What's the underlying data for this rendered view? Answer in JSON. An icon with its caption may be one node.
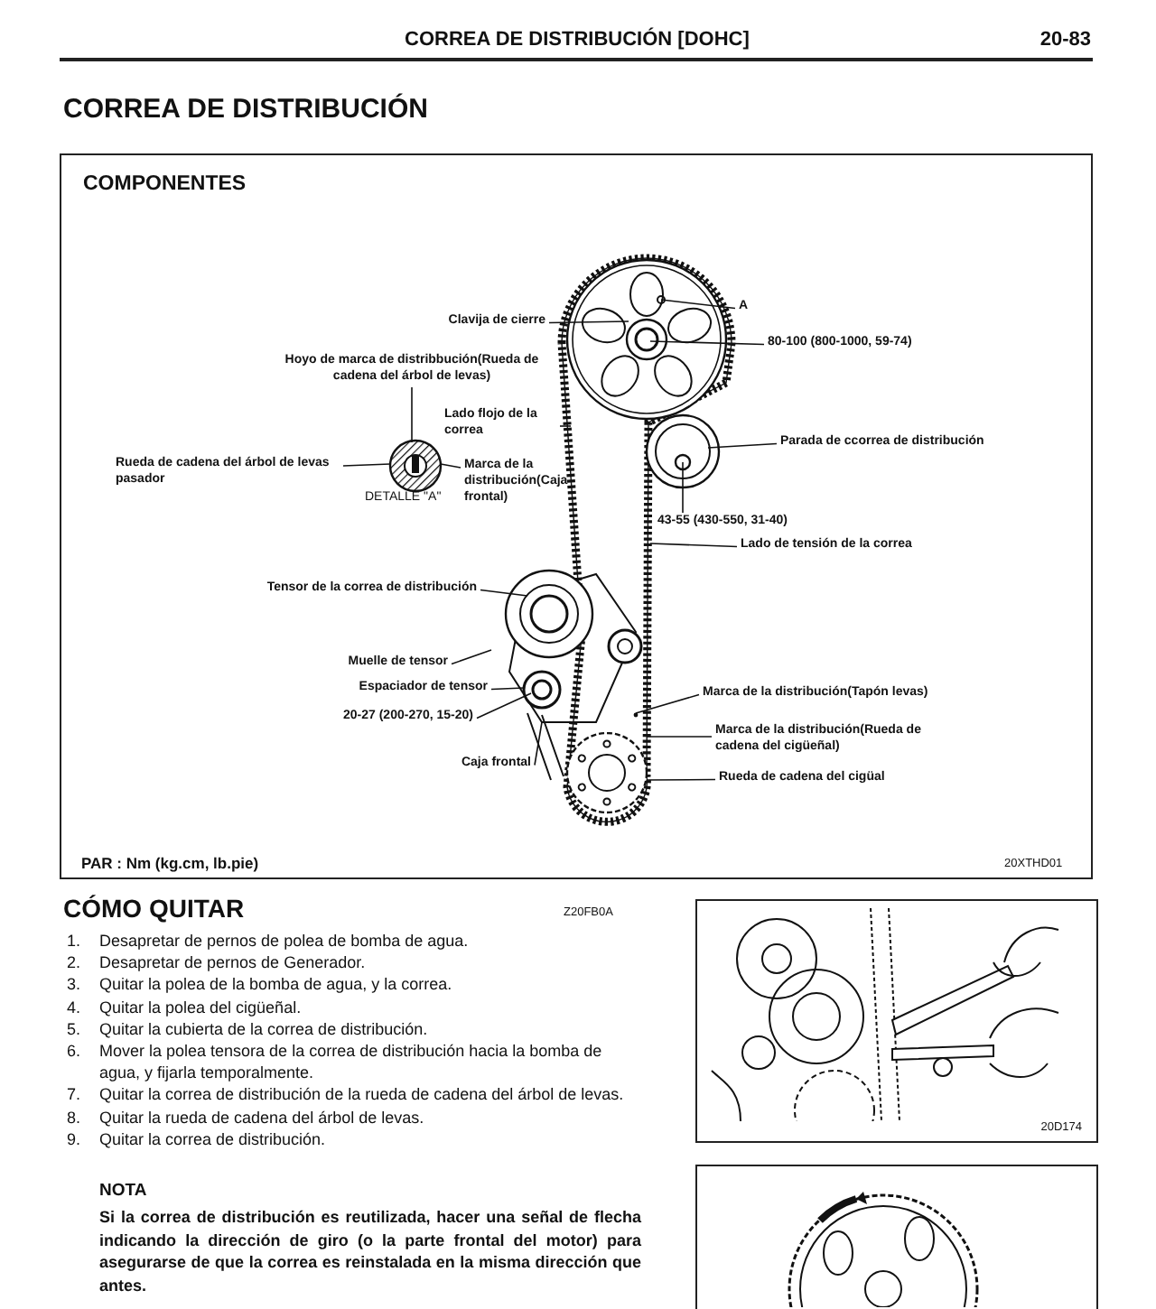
{
  "diagram": {
    "title": "CORREA DE DISTRIBUCIÓN",
    "nodes": [
      {
        "text": [
          "Clavija de cierre"
        ]
      },
      {
        "text": [
          "A"
        ]
      },
      {
        "text": [
          "80-100 (800-1000, 59-74)"
        ]
      },
      {
        "text": [
          "Hoyo de marca de distribbución(Rueda de cadena del árbol de levas)"
        ]
      },
      {
        "text": [
          "Lado flojo de la correa"
        ]
      },
      {
        "text": [
          "Parada de ccorrea de distribución"
        ]
      },
      {
        "text": [
          "Rueda de cadena del árbol de levas pasador"
        ]
      },
      {
        "text": [
          "Marca de la distribución(Caja frontal)"
        ]
      },
      {
        "text": [
          "43-55 (430-550, 31-40)"
        ]
      },
      {
        "text": [
          "Lado de tensión de la correa"
        ]
      },
      {
        "text": [
          "Tensor de la correa de distribución"
        ]
      },
      {
        "text": [
          "Muelle de tensor"
        ]
      },
      {
        "text": [
          "Espaciador de tensor"
        ]
      },
      {
        "text": [
          "Marca de la distribución(Tapón levas)"
        ]
      },
      {
        "text": [
          "20-27 (200-270, 15-20)"
        ]
      },
      {
        "text": [
          "Marca de la distribución(Rueda de cadena del cigüeñal)"
        ]
      },
      {
        "text": [
          "Caja frontal"
        ]
      },
      {
        "text": [
          "Rueda de cadena del cigüal"
        ]
      },
      {
        "text": [],
        "shape": "picture"
      },
      {
        "text": [],
        "shape": "picture"
      }
    ],
    "edges": [
      {
        "from": 0,
        "to": 18,
        "arrow": "none"
      },
      {
        "from": 1,
        "to": 18,
        "arrow": "none"
      },
      {
        "from": 2,
        "to": 18,
        "arrow": "none"
      },
      {
        "from": 3,
        "to": 19,
        "arrow": "none"
      },
      {
        "from": 4,
        "to": 18,
        "arrow": "none"
      },
      {
        "from": 5,
        "to": 18,
        "arrow": "none"
      },
      {
        "from": 6,
        "to": 19,
        "arrow": "none"
      },
      {
        "from": 7,
        "to": 19,
        "arrow": "none"
      },
      {
        "from": 8,
        "to": 18,
        "arrow": "none"
      },
      {
        "from": 9,
        "to": 18,
        "arrow": "none"
      },
      {
        "from": 10,
        "to": 18,
        "arrow": "none"
      },
      {
        "from": 11,
        "to": 18,
        "arrow": "none"
      },
      {
        "from": 12,
        "to": 18,
        "arrow": "none"
      },
      {
        "from": 13,
        "to": 18,
        "arrow": "none"
      },
      {
        "from": 14,
        "to": 18,
        "arrow": "none"
      },
      {
        "from": 15,
        "to": 18,
        "arrow": "none"
      },
      {
        "from": 16,
        "to": 18,
        "arrow": "none"
      },
      {
        "from": 17,
        "to": 18,
        "arrow": "none"
      }
    ],
    "labels": [
      "CORREA DE DISTRIBUCIÓN [DOHC]",
      "20-83",
      "COMPONENTES",
      "DETALLE \"A\"",
      "PAR : Nm (kg.cm, lb.pie)",
      "20XTHD01",
      "CÓMO QUITAR",
      "Z20FB0A",
      "1.",
      "Desapretar de pernos de polea de bomba de agua.",
      "2.",
      "Desapretar de pernos de Generador.",
      "3.",
      "Quitar la polea de la bomba de agua, y la correa.",
      "4.",
      "Quitar la polea del cigüeñal.",
      "5.",
      "Quitar la cubierta de la correa de distribución.",
      "6.",
      "Mover la polea tensora de la correa de distribución hacia la bomba de agua, y fijarla temporalmente.",
      "7.",
      "Quitar la correa de distribución de la rueda de cadena del árbol de levas.",
      "8.",
      "Quitar la rueda de cadena del árbol de levas.",
      "9.",
      "Quitar la correa de distribución.",
      "NOTA",
      "Si la correa de distribución es reutilizada, hacer una señal de flecha indicando la dirección de giro (o la parte frontal del motor) para asegurarse de que la correa es reinstalada en la misma dirección que antes.",
      "20D174"
    ]
  }
}
